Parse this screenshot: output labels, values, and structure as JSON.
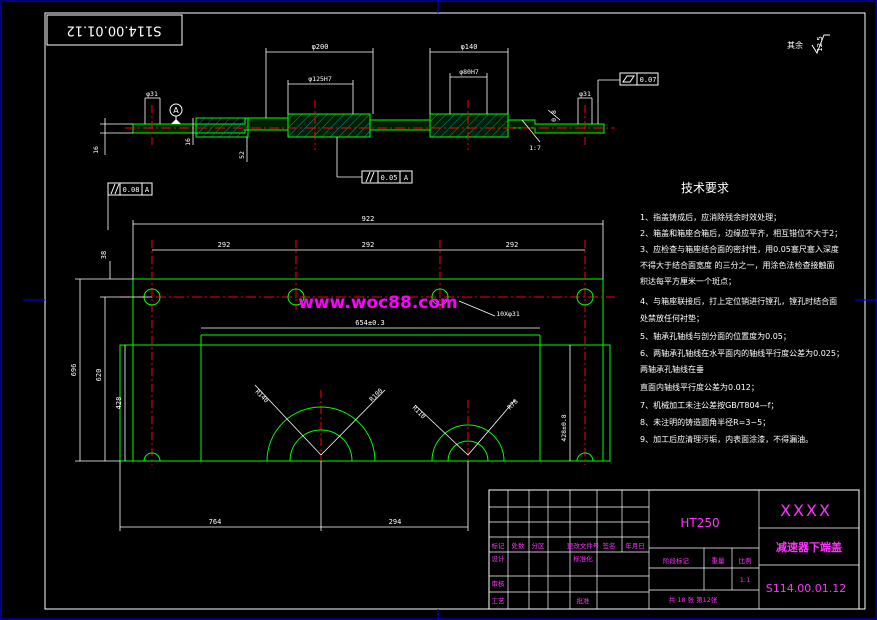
{
  "drawing_number_box": "S114.00.01.12",
  "rest_roughness": {
    "label": "其余",
    "value": "12.5"
  },
  "section_dims": {
    "d200": "φ200",
    "d140": "φ140",
    "d125": "φ125H7",
    "d80": "φ80H7",
    "d31a": "φ31",
    "d31b": "φ31",
    "t16a": "16",
    "t16b": "16",
    "t52": "52",
    "r17": "1:7",
    "fl08": "0.8",
    "datum_a": "A",
    "tol_flat": "0.07",
    "tol_par": "0.05",
    "tol_par_ref": "A"
  },
  "plan_dims": {
    "tol_top": "0.08",
    "tol_top_ref": "A",
    "w922": "922",
    "s292a": "292",
    "s292b": "292",
    "s292c": "292",
    "h38": "38",
    "h696": "696",
    "h620": "620",
    "h428": "428",
    "c654": "654±0.3",
    "holes": "10Xφ31",
    "r140": "R140",
    "r100": "R100",
    "r110": "R110",
    "r78": "R78",
    "v428": "428±0.8",
    "b764": "764",
    "b294": "294"
  },
  "watermark": "www.woc88.com",
  "tech": {
    "title": "技术要求",
    "lines": [
      "1、指盖铸成后，应消除残余时效处理；",
      "2、箱盖和箱座合箱后，边缘应平齐，相互错位不大于2；",
      "3、应检查与箱座结合面的密封性，用0.05塞尺塞入深度",
      "不得大于结合面宽度  的三分之一，用涂色法检查接触面",
      "积达每平方厘米一个斑点；",
      "4、与箱座联接后，打上定位销进行镗孔，镗孔时结合面",
      "处禁放任何衬垫；",
      "5、轴承孔轴线与剖分面的位置度为0.05；",
      "6、两轴承孔轴线在水平面内的轴线平行度公差为0.025；",
      "两轴承孔轴线在垂",
      "直面内轴线平行度公差为0.012；",
      "7、机械加工未注公差按GB/T804—f；",
      "8、未注明的铸造圆角半径R=3~5；",
      "9、加工后应清理污垢，内表面涂漆，不得漏油。"
    ]
  },
  "title_block": {
    "material": "HT250",
    "company": "XXXX",
    "part_name": "减速器下端盖",
    "drawing_no": "S114.00.01.12",
    "row_headers": [
      "标记",
      "处数",
      "分区",
      "更改文件号",
      "签名",
      "年月日"
    ],
    "design": "设计",
    "standardize": "标准化",
    "review": "审核",
    "process": "工艺",
    "approve": "批准",
    "stage_mark": "阶段标记",
    "weight": "重量",
    "scale": "比例",
    "scale_value": "1:1",
    "sheets": "共 18 张  第12张"
  },
  "colors": {
    "outline": "#00ff00",
    "dim": "#ffffff",
    "center": "#ff0000",
    "frame": "#0000ff",
    "title_accent": "#ff00ff",
    "title_text": "#ff33ff",
    "hatch": "#00a0ff"
  }
}
